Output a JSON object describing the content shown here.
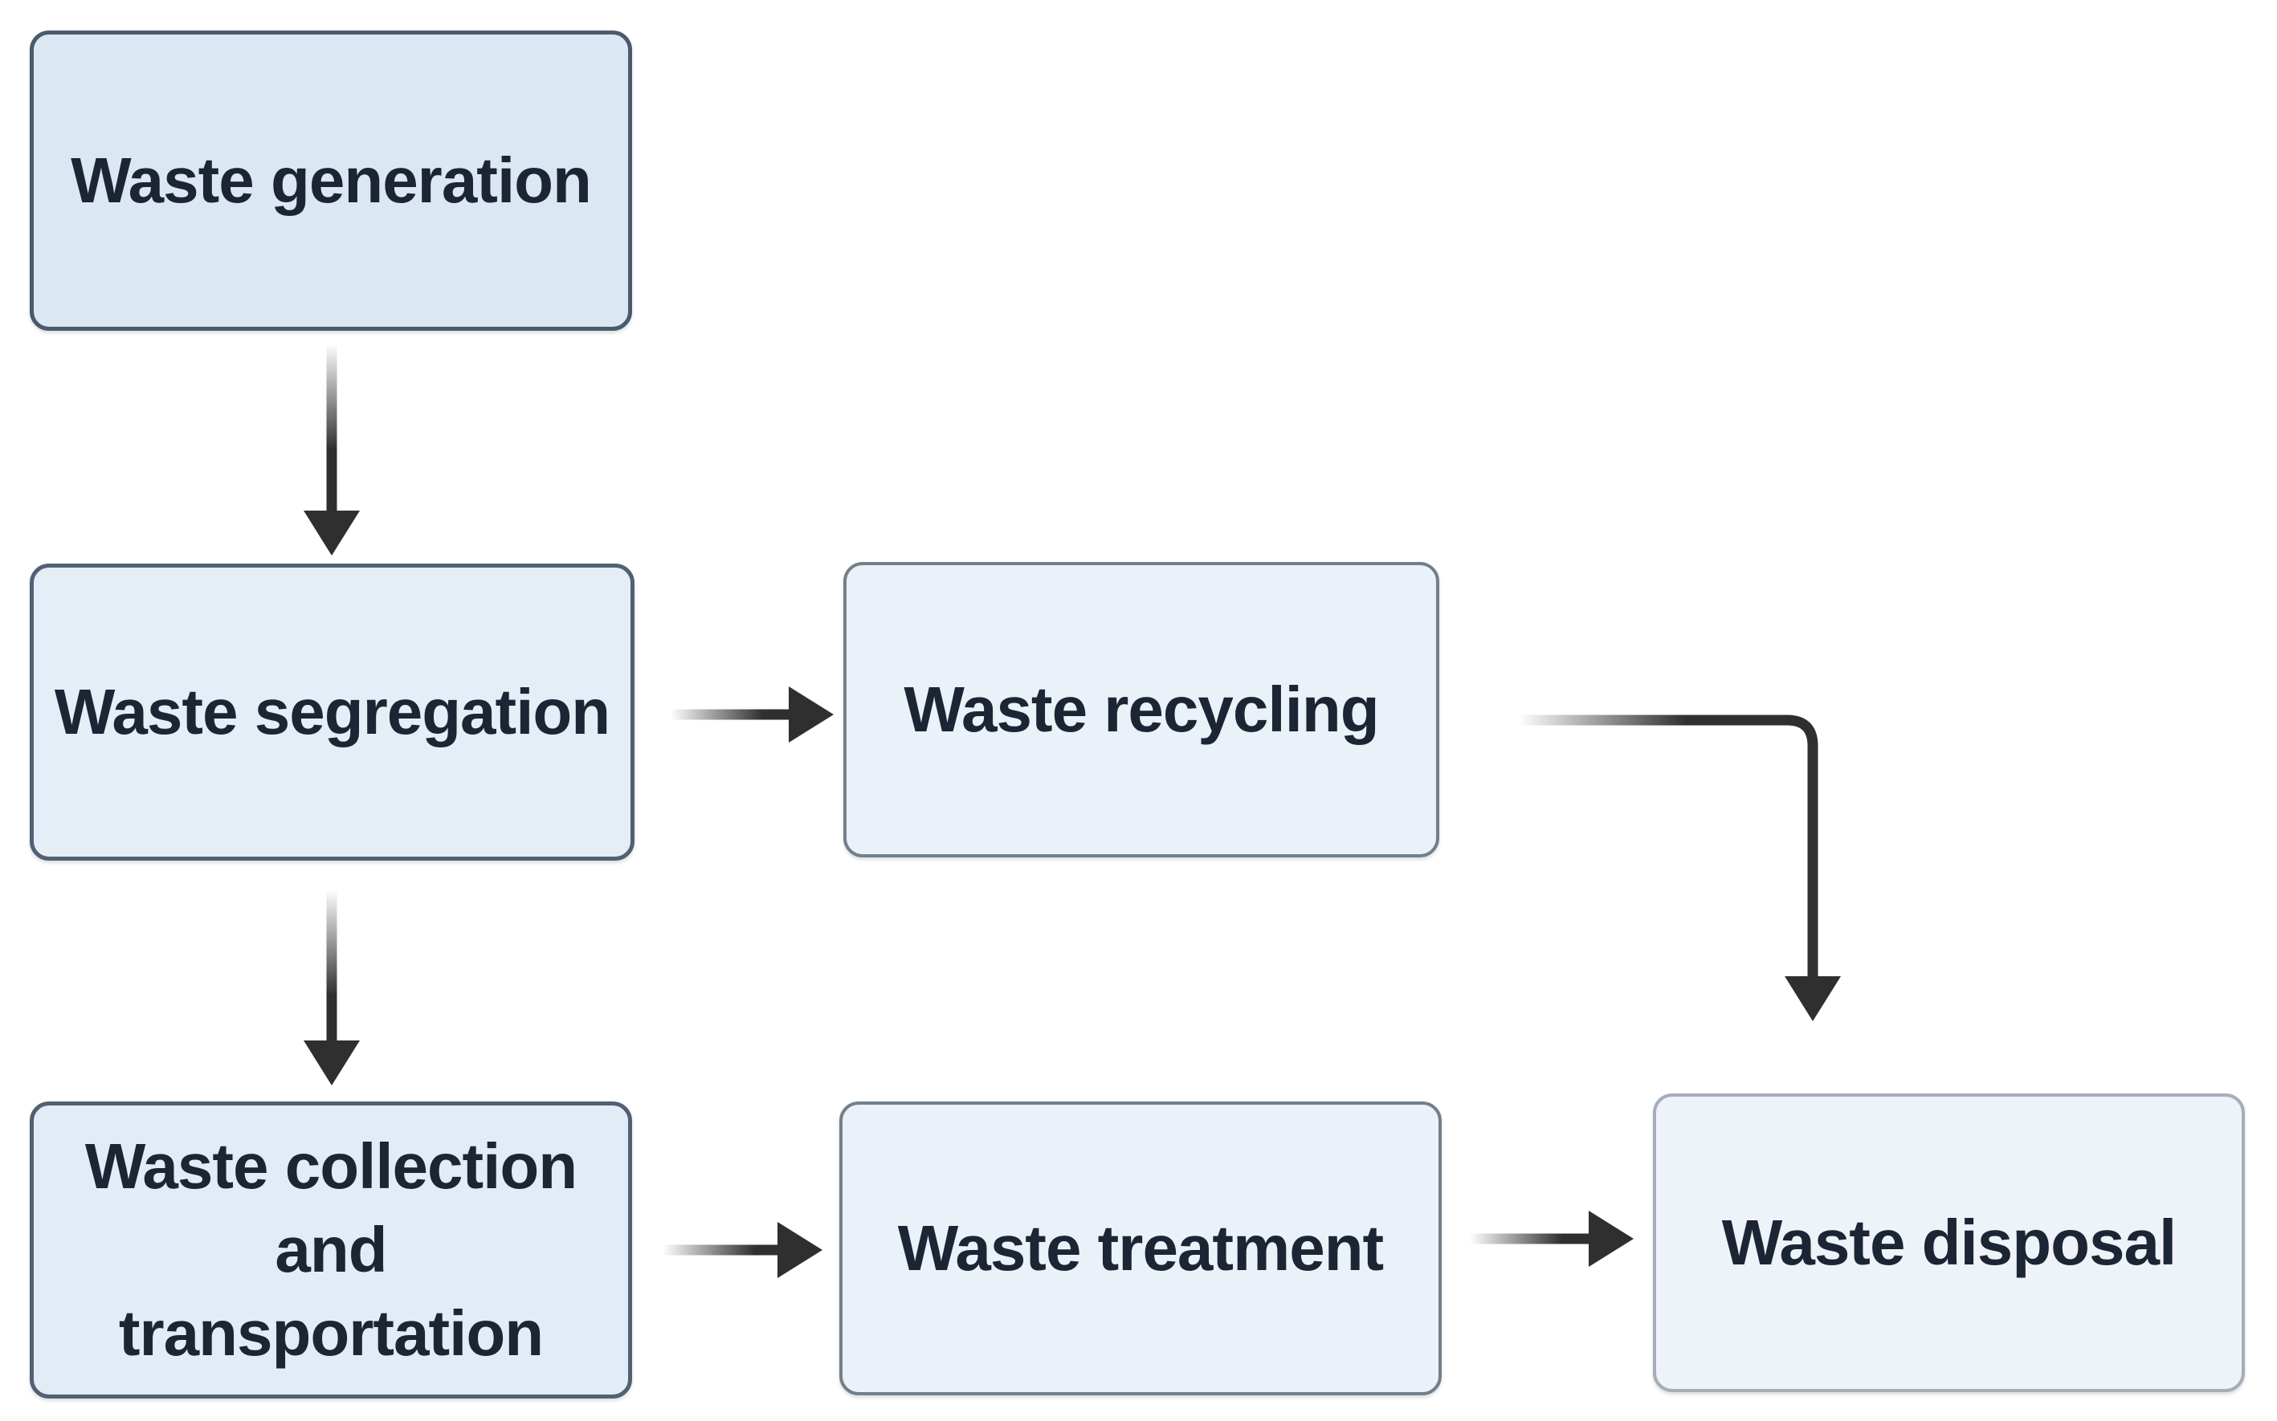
{
  "diagram": {
    "type": "flowchart",
    "description_nodes_count": 6
  },
  "nodes": [
    {
      "id": "waste-generation",
      "label": "Waste generation",
      "fill": "#dce7f4",
      "border": "#4b5a6b"
    },
    {
      "id": "waste-segregation",
      "label": "Waste segregation",
      "fill": "#e5edf7",
      "border": "#516173"
    },
    {
      "id": "waste-recycling",
      "label": "Waste recycling",
      "fill": "#eaf1f8",
      "border": "#72808c"
    },
    {
      "id": "waste-collection-and-transportation",
      "label": "Waste collection\nand\ntransportation",
      "fill": "#e3ecf6",
      "border": "#516173"
    },
    {
      "id": "waste-treatment",
      "label": "Waste treatment",
      "fill": "#ebf1f8",
      "border": "#72808c"
    },
    {
      "id": "waste-disposal",
      "label": "Waste disposal",
      "fill": "#eef3f9",
      "border": "#a4aeb8"
    }
  ],
  "edges": [
    {
      "from": "waste-generation",
      "to": "waste-segregation",
      "shape": "straight-down"
    },
    {
      "from": "waste-segregation",
      "to": "waste-recycling",
      "shape": "straight-right"
    },
    {
      "from": "waste-segregation",
      "to": "waste-collection-and-transportation",
      "shape": "straight-down"
    },
    {
      "from": "waste-recycling",
      "to": "waste-disposal",
      "shape": "elbow-right-then-down"
    },
    {
      "from": "waste-collection-and-transportation",
      "to": "waste-treatment",
      "shape": "straight-right"
    },
    {
      "from": "waste-treatment",
      "to": "waste-disposal",
      "shape": "straight-right"
    }
  ],
  "style": {
    "background": "#ffffff",
    "text_color": "#1c2534",
    "arrow_color": "#2f2f2f"
  }
}
